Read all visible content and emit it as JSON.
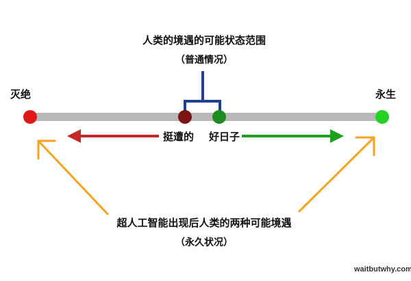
{
  "labels": {
    "top_title": "人类的境遇的可能状态范围",
    "top_subtitle": "（普通情况）",
    "left_end": "灭绝",
    "right_end": "永生",
    "bad_label": "挺遭的",
    "good_label": "好日子",
    "bottom_title": "超人工智能出现后人类的两种可能境遇",
    "bottom_subtitle": "（永久状况）",
    "watermark": "waitbutwhy.com"
  },
  "colors": {
    "bar": "#b8b8b8",
    "extinction_dot": "#e01818",
    "bad_dot": "#7a1515",
    "good_dot": "#1f8a1f",
    "immortality_dot": "#25d125",
    "bad_arrow": "#c42a2a",
    "good_arrow": "#1fa01f",
    "bracket": "#1f3f8f",
    "orange_arrow": "#f5a21e"
  }
}
